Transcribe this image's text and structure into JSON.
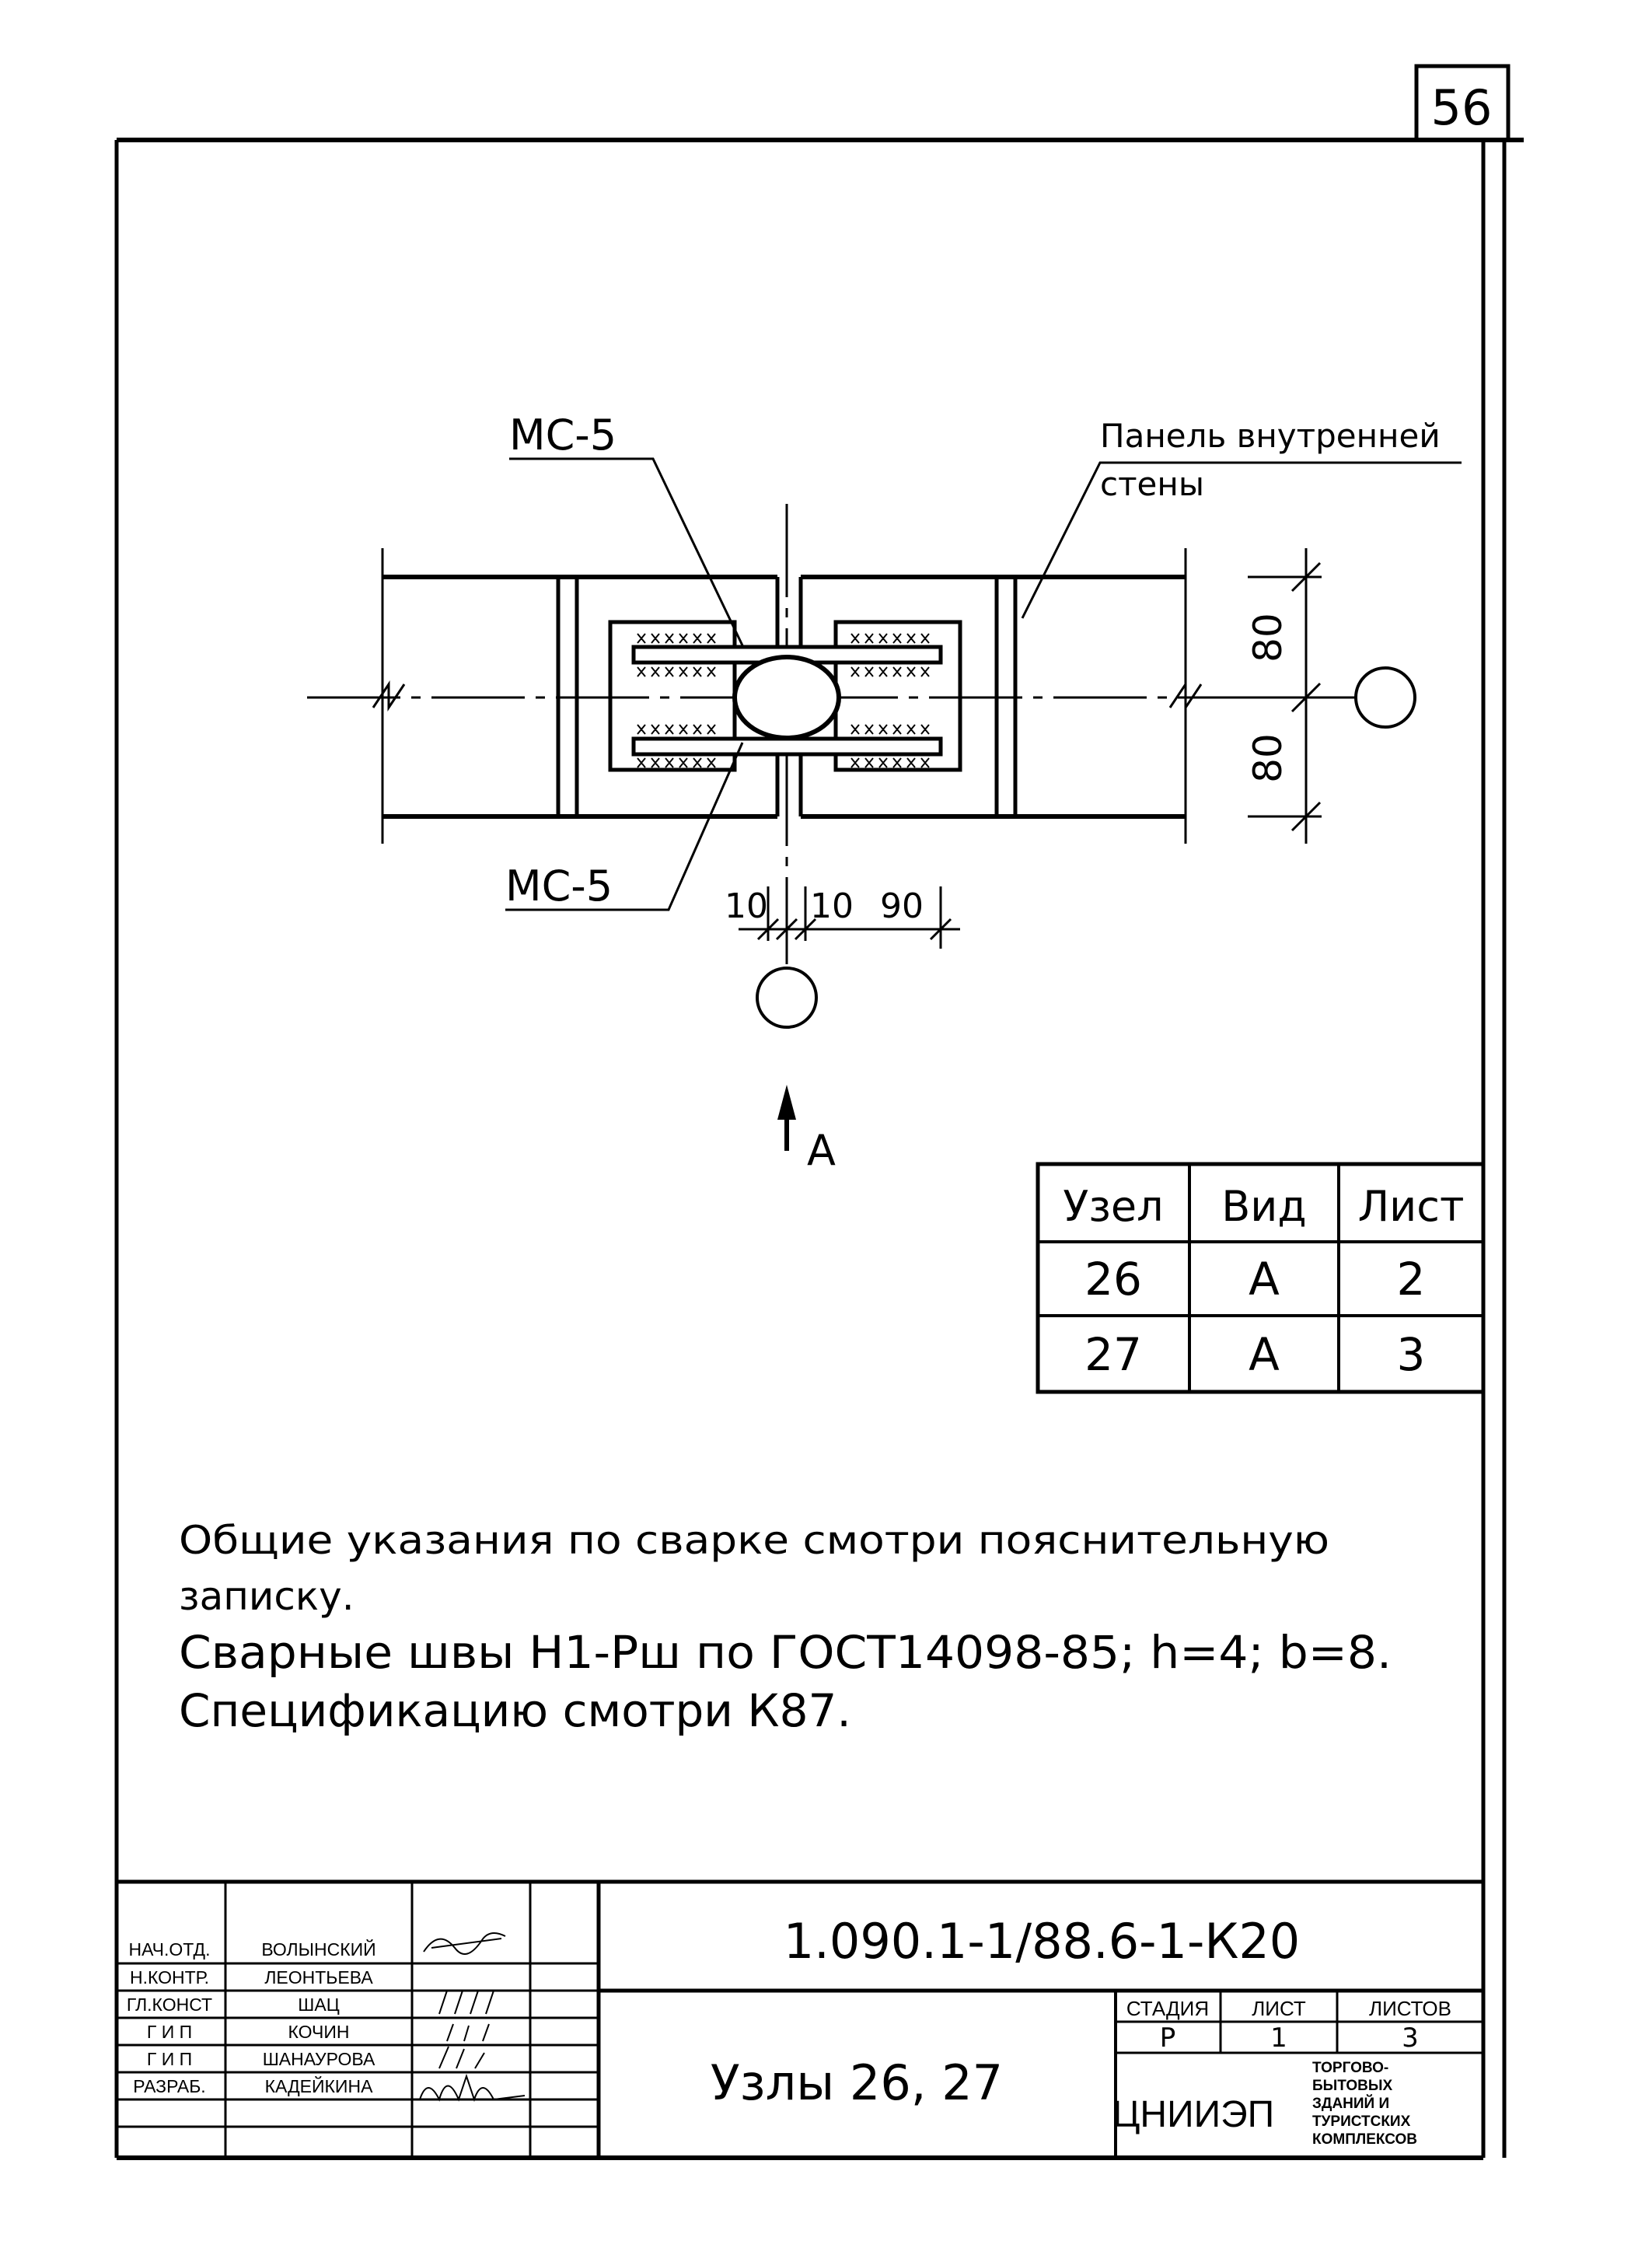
{
  "sheet_number": "56",
  "labels": {
    "mc5_top": "МС-5",
    "mc5_bottom": "МС-5",
    "panel_line1": "Панель внутренней",
    "panel_line2": "стены",
    "view_arrow": "А"
  },
  "dimensions": {
    "d80_top": "80",
    "d80_bottom": "80",
    "d10_left": "10",
    "d10_right": "10",
    "d90": "90"
  },
  "node_table": {
    "headers": [
      "Узел",
      "Вид",
      "Лист"
    ],
    "rows": [
      [
        "26",
        "А",
        "2"
      ],
      [
        "27",
        "А",
        "3"
      ]
    ]
  },
  "notes": [
    "Общие указания по сварке смотри пояснительную",
    "записку.",
    "Сварные швы Н1-Рш по ГОСТ14098-85; h=4; b=8.",
    "Спецификацию смотри К87."
  ],
  "title_block": {
    "document_code": "1.090.1-1/88.6-1-К20",
    "title": "Узлы 26, 27",
    "roles": [
      {
        "role": "НАЧ.ОТД.",
        "name": "ВОЛЫНСКИЙ"
      },
      {
        "role": "Н.КОНТР.",
        "name": "ЛЕОНТЬЕВА"
      },
      {
        "role": "ГЛ.КОНСТ",
        "name": "ШАЦ"
      },
      {
        "role": "Г И П",
        "name": "КОЧИН"
      },
      {
        "role": "Г И П",
        "name": "ШАНАУРОВА"
      },
      {
        "role": "РАЗРАБ.",
        "name": "КАДЕЙКИНА"
      }
    ],
    "stage_header": "СТАДИЯ",
    "sheet_header": "ЛИСТ",
    "sheets_header": "ЛИСТОВ",
    "stage_value": "Р",
    "sheet_value": "1",
    "sheets_value": "3",
    "org": "ЦНИИЭП",
    "org_desc": [
      "ТОРГОВО-",
      "БЫТОВЫХ",
      "ЗДАНИЙ И",
      "ТУРИСТСКИХ",
      "КОМПЛЕКСОВ"
    ]
  },
  "colors": {
    "ink": "#000000",
    "paper": "#ffffff"
  }
}
